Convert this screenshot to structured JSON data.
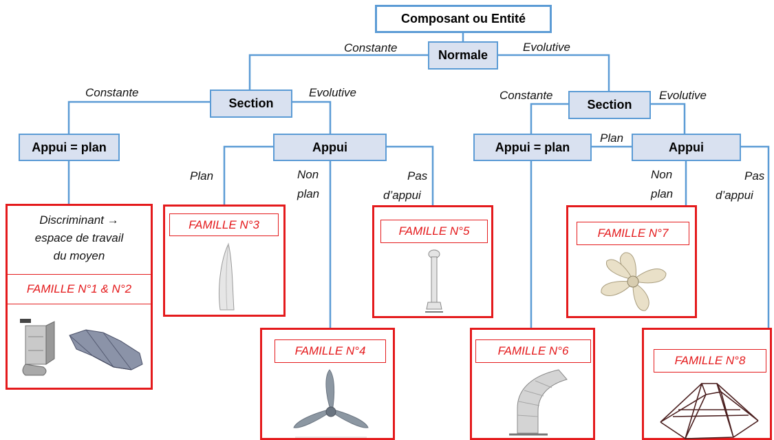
{
  "root": "Composant ou Entité",
  "normale": "Normale",
  "section_left": "Section",
  "section_right": "Section",
  "appui_plan_left": "Appui = plan",
  "appui_left": "Appui",
  "appui_plan_right": "Appui = plan",
  "appui_right": "Appui",
  "edges": {
    "constante_top": "Constante",
    "evolutive_top": "Evolutive",
    "constante_left": "Constante",
    "evolutive_left": "Evolutive",
    "constante_right": "Constante",
    "evolutive_right": "Evolutive",
    "plan_left": "Plan",
    "non_plan_left_1": "Non",
    "non_plan_left_2": "plan",
    "pas_appui_left_1": "Pas",
    "pas_appui_left_2": "d’appui",
    "plan_right": "Plan",
    "non_plan_right_1": "Non",
    "non_plan_right_2": "plan",
    "pas_appui_right_1": "Pas",
    "pas_appui_right_2": "d’appui"
  },
  "discriminant": {
    "line1": "Discriminant →",
    "line2": "espace de travail",
    "line3": "du moyen"
  },
  "families": {
    "f12": "FAMILLE N°1 & N°2",
    "f3": "FAMILLE N°3",
    "f4": "FAMILLE N°4",
    "f5": "FAMILLE N°5",
    "f6": "FAMILLE N°6",
    "f7": "FAMILLE N°7",
    "f8": "FAMILLE N°8"
  },
  "colors": {
    "node_fill": "#d9e1f0",
    "node_border": "#5b9bd5",
    "connector": "#5b9bd5",
    "family_border": "#e41a1c",
    "family_text": "#e41a1c"
  }
}
